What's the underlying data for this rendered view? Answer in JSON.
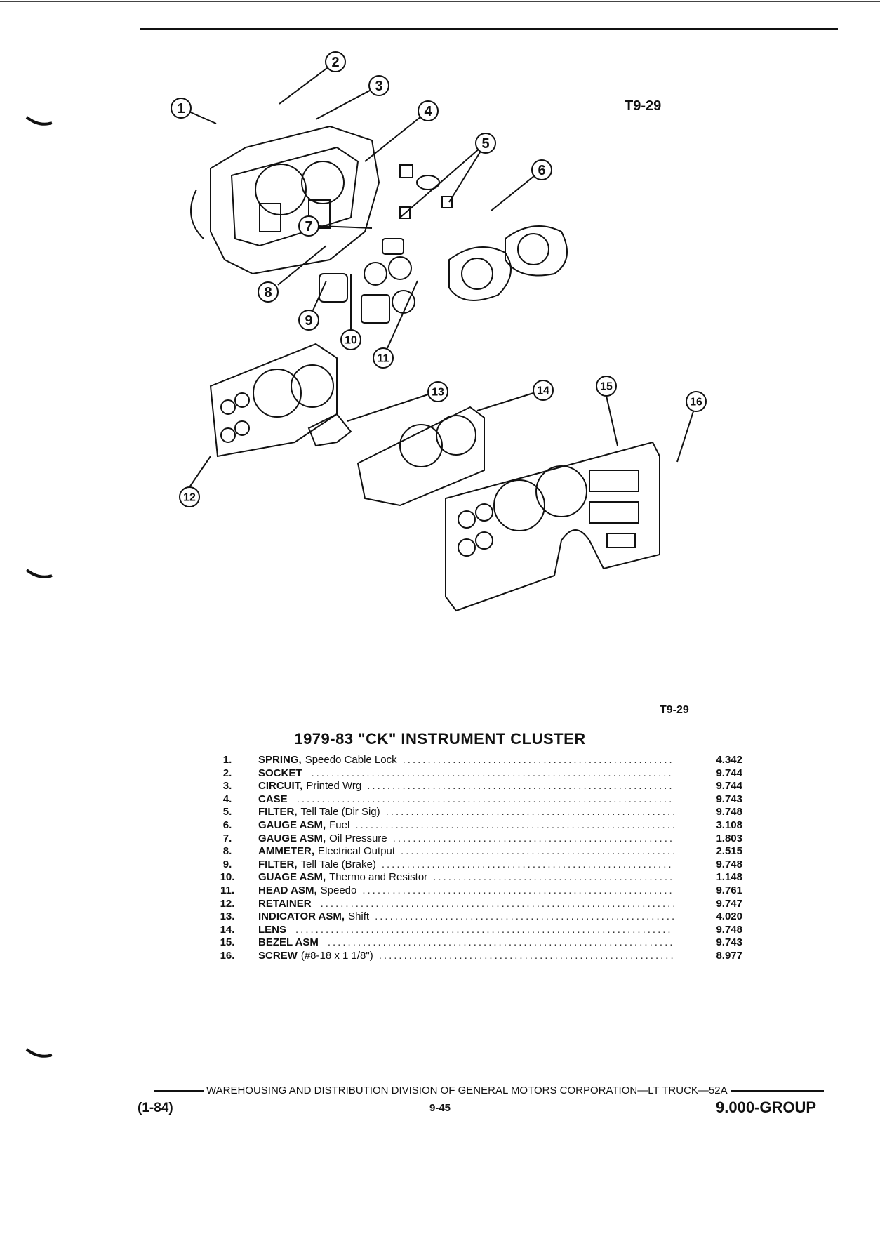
{
  "page": {
    "figure_code_top": "T9-29",
    "figure_code_bottom": "T9-29",
    "title": "1979-83 \"CK\" INSTRUMENT CLUSTER"
  },
  "diagram": {
    "callouts": [
      "1",
      "2",
      "3",
      "4",
      "5",
      "6",
      "7",
      "8",
      "9",
      "10",
      "11",
      "12",
      "13",
      "14",
      "15",
      "16"
    ]
  },
  "parts": [
    {
      "num": "1.",
      "name": "SPRING,",
      "detail": "Speedo Cable Lock",
      "code": "4.342"
    },
    {
      "num": "2.",
      "name": "SOCKET",
      "detail": "",
      "code": "9.744"
    },
    {
      "num": "3.",
      "name": "CIRCUIT,",
      "detail": "Printed Wrg",
      "code": "9.744"
    },
    {
      "num": "4.",
      "name": "CASE",
      "detail": "",
      "code": "9.743"
    },
    {
      "num": "5.",
      "name": "FILTER,",
      "detail": "Tell Tale (Dir Sig)",
      "code": "9.748"
    },
    {
      "num": "6.",
      "name": "GAUGE ASM,",
      "detail": "Fuel",
      "code": "3.108"
    },
    {
      "num": "7.",
      "name": "GAUGE ASM,",
      "detail": "Oil Pressure",
      "code": "1.803"
    },
    {
      "num": "8.",
      "name": "AMMETER,",
      "detail": "Electrical Output",
      "code": "2.515"
    },
    {
      "num": "9.",
      "name": "FILTER,",
      "detail": "Tell Tale (Brake)",
      "code": "9.748"
    },
    {
      "num": "10.",
      "name": "GUAGE ASM,",
      "detail": "Thermo and Resistor",
      "code": "1.148"
    },
    {
      "num": "11.",
      "name": "HEAD ASM,",
      "detail": "Speedo",
      "code": "9.761"
    },
    {
      "num": "12.",
      "name": "RETAINER",
      "detail": "",
      "code": "9.747"
    },
    {
      "num": "13.",
      "name": "INDICATOR ASM,",
      "detail": "Shift",
      "code": "4.020"
    },
    {
      "num": "14.",
      "name": "LENS",
      "detail": "",
      "code": "9.748"
    },
    {
      "num": "15.",
      "name": "BEZEL ASM",
      "detail": "",
      "code": "9.743"
    },
    {
      "num": "16.",
      "name": "SCREW",
      "detail": "(#8-18 x 1 1/8\")",
      "code": "8.977"
    }
  ],
  "footer": {
    "line": "WAREHOUSING AND DISTRIBUTION  DIVISION OF GENERAL MOTORS CORPORATION—LT TRUCK—52A",
    "date": "(1-84)",
    "page": "9-45",
    "group": "9.000-GROUP"
  }
}
